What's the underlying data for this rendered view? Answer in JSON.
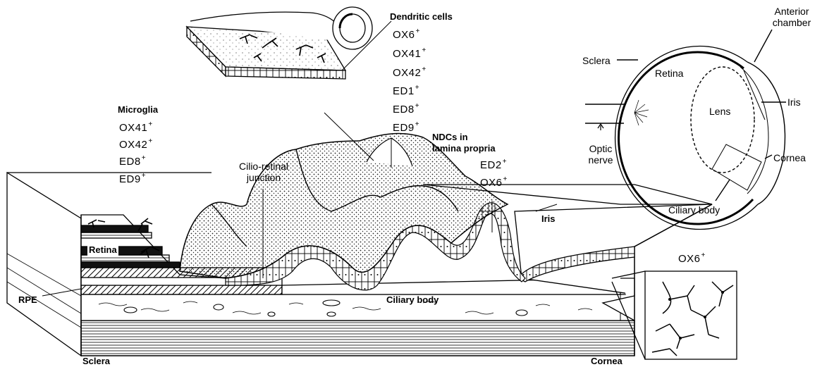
{
  "labels": {
    "dendritic_cells": "Dendritic cells",
    "microglia": "Microglia",
    "cilio_retinal_junction": "Cilio-retinal junction",
    "ndcs_in_lamina_propria": "NDCs in lamina propria",
    "iris": "Iris",
    "retina": "Retina",
    "rpe": "RPE",
    "ciliary_body": "Ciliary body",
    "sclera": "Sclera",
    "cornea": "Cornea",
    "ox6_inset": "OX6"
  },
  "markers": {
    "dendritic_cells": [
      "OX6",
      "OX41",
      "OX42",
      "ED1",
      "ED8",
      "ED9"
    ],
    "microglia": [
      "OX41",
      "OX42",
      "ED8",
      "ED9"
    ],
    "ndcs": [
      "ED2",
      "OX6"
    ],
    "sign": "+"
  },
  "eye": {
    "anterior_chamber": "Anterior chamber",
    "sclera": "Sclera",
    "retina": "Retina",
    "iris": "Iris",
    "lens": "Lens",
    "optic_nerve": "Optic nerve",
    "cornea": "Cornea",
    "ciliary_body": "Ciliary body"
  },
  "colors": {
    "ink": "#000000",
    "paper": "#ffffff",
    "stipple": "#222222"
  }
}
